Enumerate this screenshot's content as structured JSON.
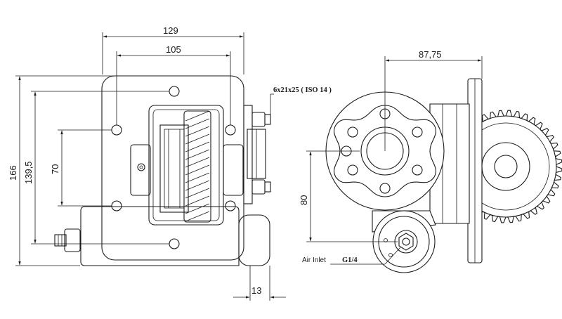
{
  "dimensions": {
    "overall_width": "129",
    "bolt_spacing_width": "105",
    "overall_height": "166",
    "bolt_spacing_height": "139,5",
    "inner_height": "70",
    "flange_thickness": "13",
    "shaft_offset": "87,75",
    "pump_offset": "80"
  },
  "labels": {
    "stud_spec": "6x21x25 ( ISO 14 )",
    "air_inlet": "Air Inlet",
    "thread_spec": "G1/4"
  }
}
